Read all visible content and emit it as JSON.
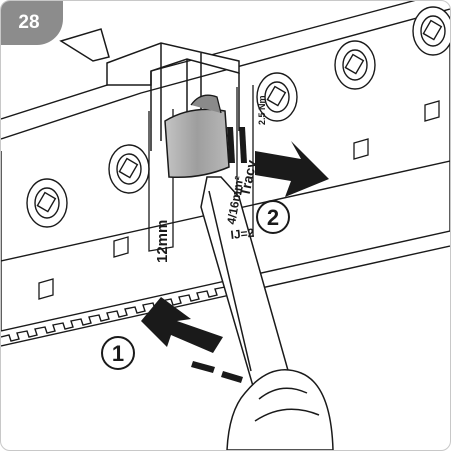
{
  "step_number": "28",
  "callouts": {
    "first": "1",
    "second": "2"
  },
  "terminal_labels": {
    "torque": "2.5 Nm",
    "cross_section": "4/16mm²",
    "strip_length": "12mm",
    "brand": "Tracy",
    "type": "IJ=2"
  },
  "colors": {
    "badge": "#8c8c8c",
    "line": "#1a1a1a",
    "clamp": "#a9a9a9",
    "background": "#ffffff"
  }
}
